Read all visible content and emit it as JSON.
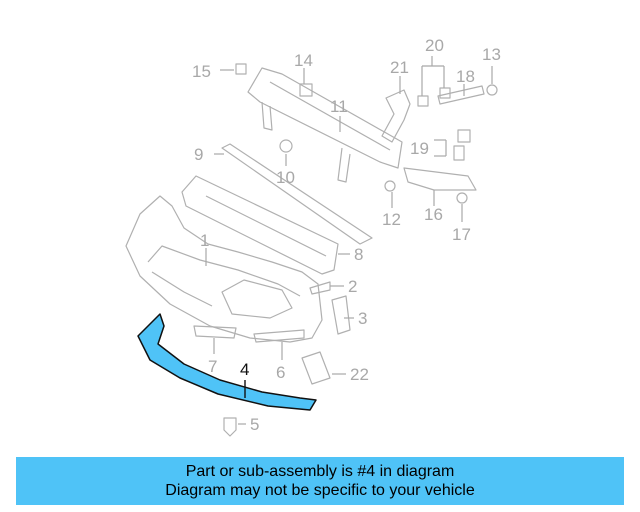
{
  "diagram": {
    "callouts": [
      {
        "id": "c1",
        "label": "1"
      },
      {
        "id": "c2",
        "label": "2"
      },
      {
        "id": "c3",
        "label": "3"
      },
      {
        "id": "c4",
        "label": "4",
        "highlighted": true
      },
      {
        "id": "c5",
        "label": "5"
      },
      {
        "id": "c6",
        "label": "6"
      },
      {
        "id": "c7",
        "label": "7"
      },
      {
        "id": "c8",
        "label": "8"
      },
      {
        "id": "c9",
        "label": "9"
      },
      {
        "id": "c10",
        "label": "10"
      },
      {
        "id": "c11",
        "label": "11"
      },
      {
        "id": "c12",
        "label": "12"
      },
      {
        "id": "c13",
        "label": "13"
      },
      {
        "id": "c14",
        "label": "14"
      },
      {
        "id": "c15",
        "label": "15"
      },
      {
        "id": "c16",
        "label": "16"
      },
      {
        "id": "c17",
        "label": "17"
      },
      {
        "id": "c18",
        "label": "18"
      },
      {
        "id": "c19",
        "label": "19"
      },
      {
        "id": "c20",
        "label": "20"
      },
      {
        "id": "c21",
        "label": "21"
      },
      {
        "id": "c22",
        "label": "22"
      }
    ],
    "colors": {
      "highlight_part": "#4fc3f7",
      "outline": "#b0b0b0",
      "label_gray": "#a8a8a8"
    }
  },
  "banner": {
    "line1": "Part or sub-assembly is #4 in diagram",
    "line2": "Diagram may not be specific to your vehicle"
  }
}
